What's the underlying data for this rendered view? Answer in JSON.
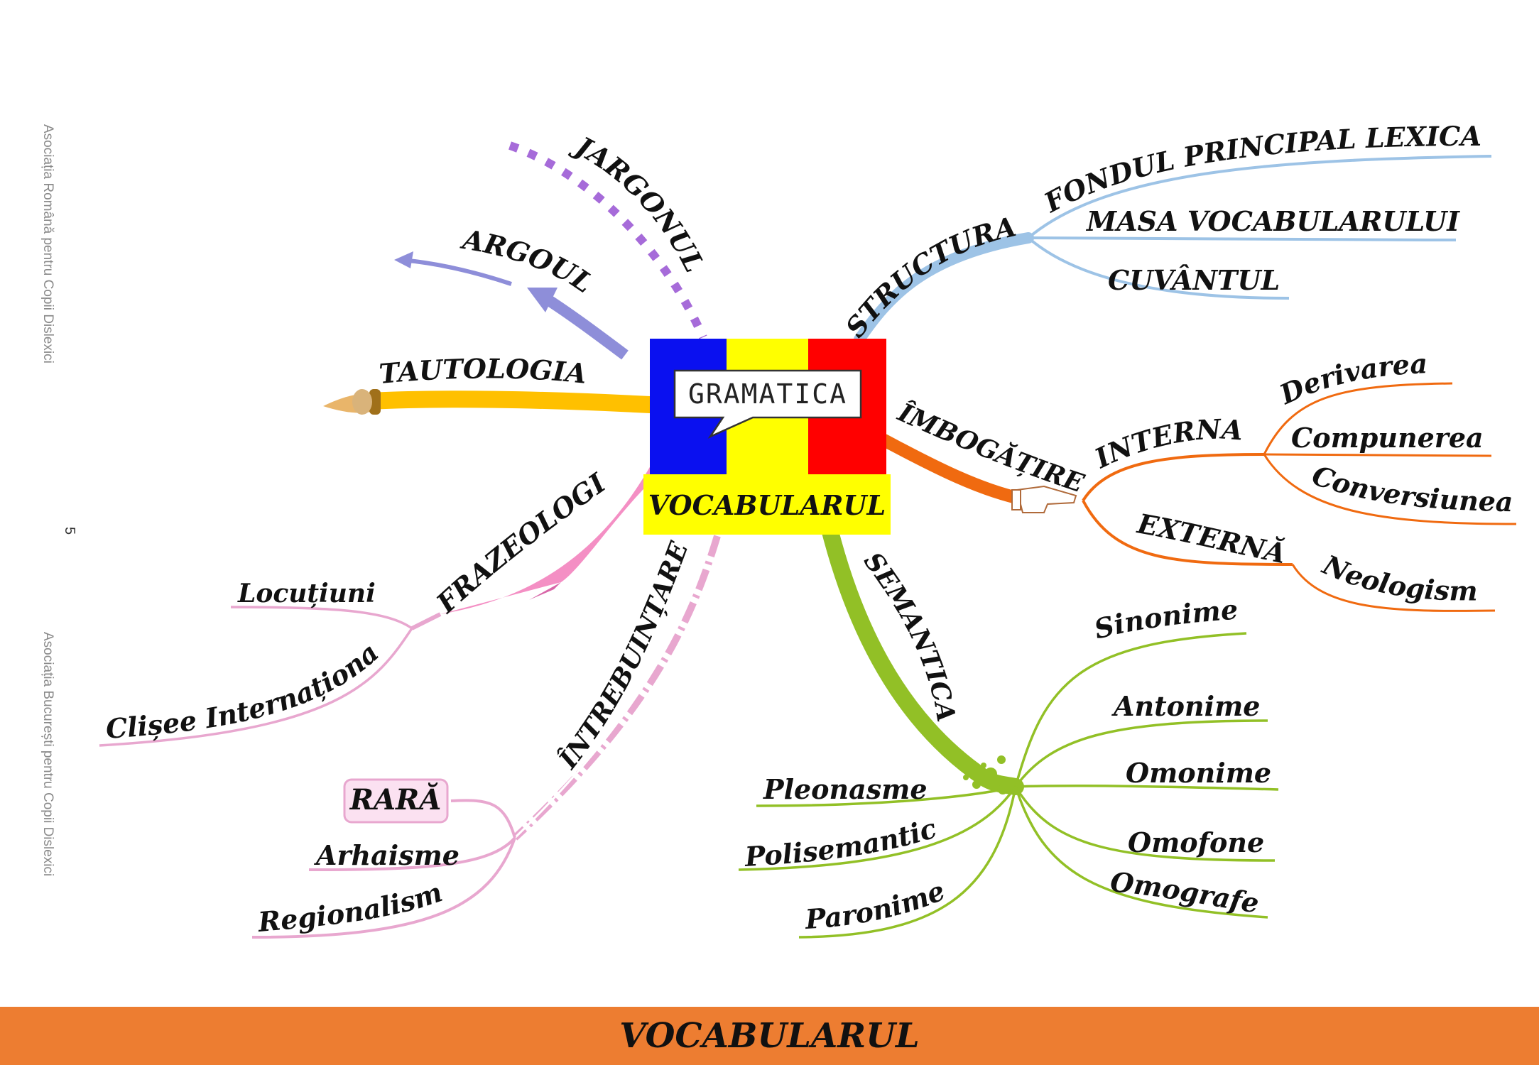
{
  "side_text_top": "Asociația Română pentru Copii Dislexici",
  "side_text_bottom": "Asociația București pentru Copii Dislexici",
  "page_number": "5",
  "center": {
    "bubble": "GRAMATICA",
    "title": "VOCABULARUL",
    "flag_colors": [
      "#0A10F0",
      "#FFFF00",
      "#FF0000"
    ]
  },
  "branches": {
    "jargonul": "JARGONUL",
    "argoul": "ARGOUL",
    "tautologia": "TAUTOLOGIA",
    "frazeologie": {
      "label": "FRAZEOLOGIE",
      "items": [
        "Locuțiuni",
        "Clișee Internaționale"
      ]
    },
    "intrebuintare": {
      "label": "ÎNTREBUINȚARE",
      "items": [
        "RARĂ",
        "Arhaisme",
        "Regionalisme"
      ]
    },
    "structura": {
      "label": "STRUCTURA",
      "items": [
        "FONDUL PRINCIPAL LEXICAL",
        "MASA VOCABULARULUI",
        "CUVÂNTUL"
      ]
    },
    "imbogatire": {
      "label": "ÎMBOGĂȚIRE",
      "interna": {
        "label": "INTERNA",
        "items": [
          "Derivarea",
          "Compunerea",
          "Conversiunea"
        ]
      },
      "externa": {
        "label": "EXTERNĂ",
        "items": [
          "Neologisme"
        ]
      }
    },
    "semantica": {
      "label": "SEMANTICA",
      "right_items": [
        "Sinonime",
        "Antonime",
        "Omonime",
        "Omofone",
        "Omografe"
      ],
      "left_items": [
        "Pleonasme",
        "Polisemantice",
        "Paronime"
      ]
    }
  },
  "colors": {
    "structura": "#9DC3E6",
    "imbogatire": "#F06A10",
    "semantica": "#92C026",
    "frazeologie": "#F48FC4",
    "intrebuintare": "#E8A7CF",
    "tautologia": "#FFC000",
    "argoul": "#8E8ED9",
    "jargonul": "#A66BD9",
    "footer": "#ED7D31"
  },
  "footer_title": "VOCABULARUL"
}
